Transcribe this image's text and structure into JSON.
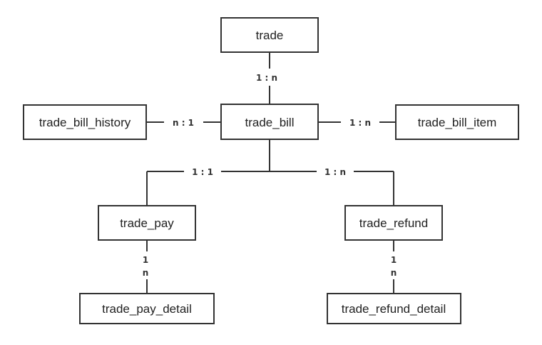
{
  "entities": {
    "trade": "trade",
    "trade_bill": "trade_bill",
    "trade_bill_history": "trade_bill_history",
    "trade_bill_item": "trade_bill_item",
    "trade_pay": "trade_pay",
    "trade_refund": "trade_refund",
    "trade_pay_detail": "trade_pay_detail",
    "trade_refund_detail": "trade_refund_detail"
  },
  "relations": {
    "trade_to_bill": "1 : n",
    "history_to_bill": "n : 1",
    "bill_to_item": "1 : n",
    "bill_to_pay": "1 : 1",
    "bill_to_refund": "1 : n",
    "pay_to_detail": [
      "1",
      "n"
    ],
    "refund_to_detail": [
      "1",
      "n"
    ]
  }
}
